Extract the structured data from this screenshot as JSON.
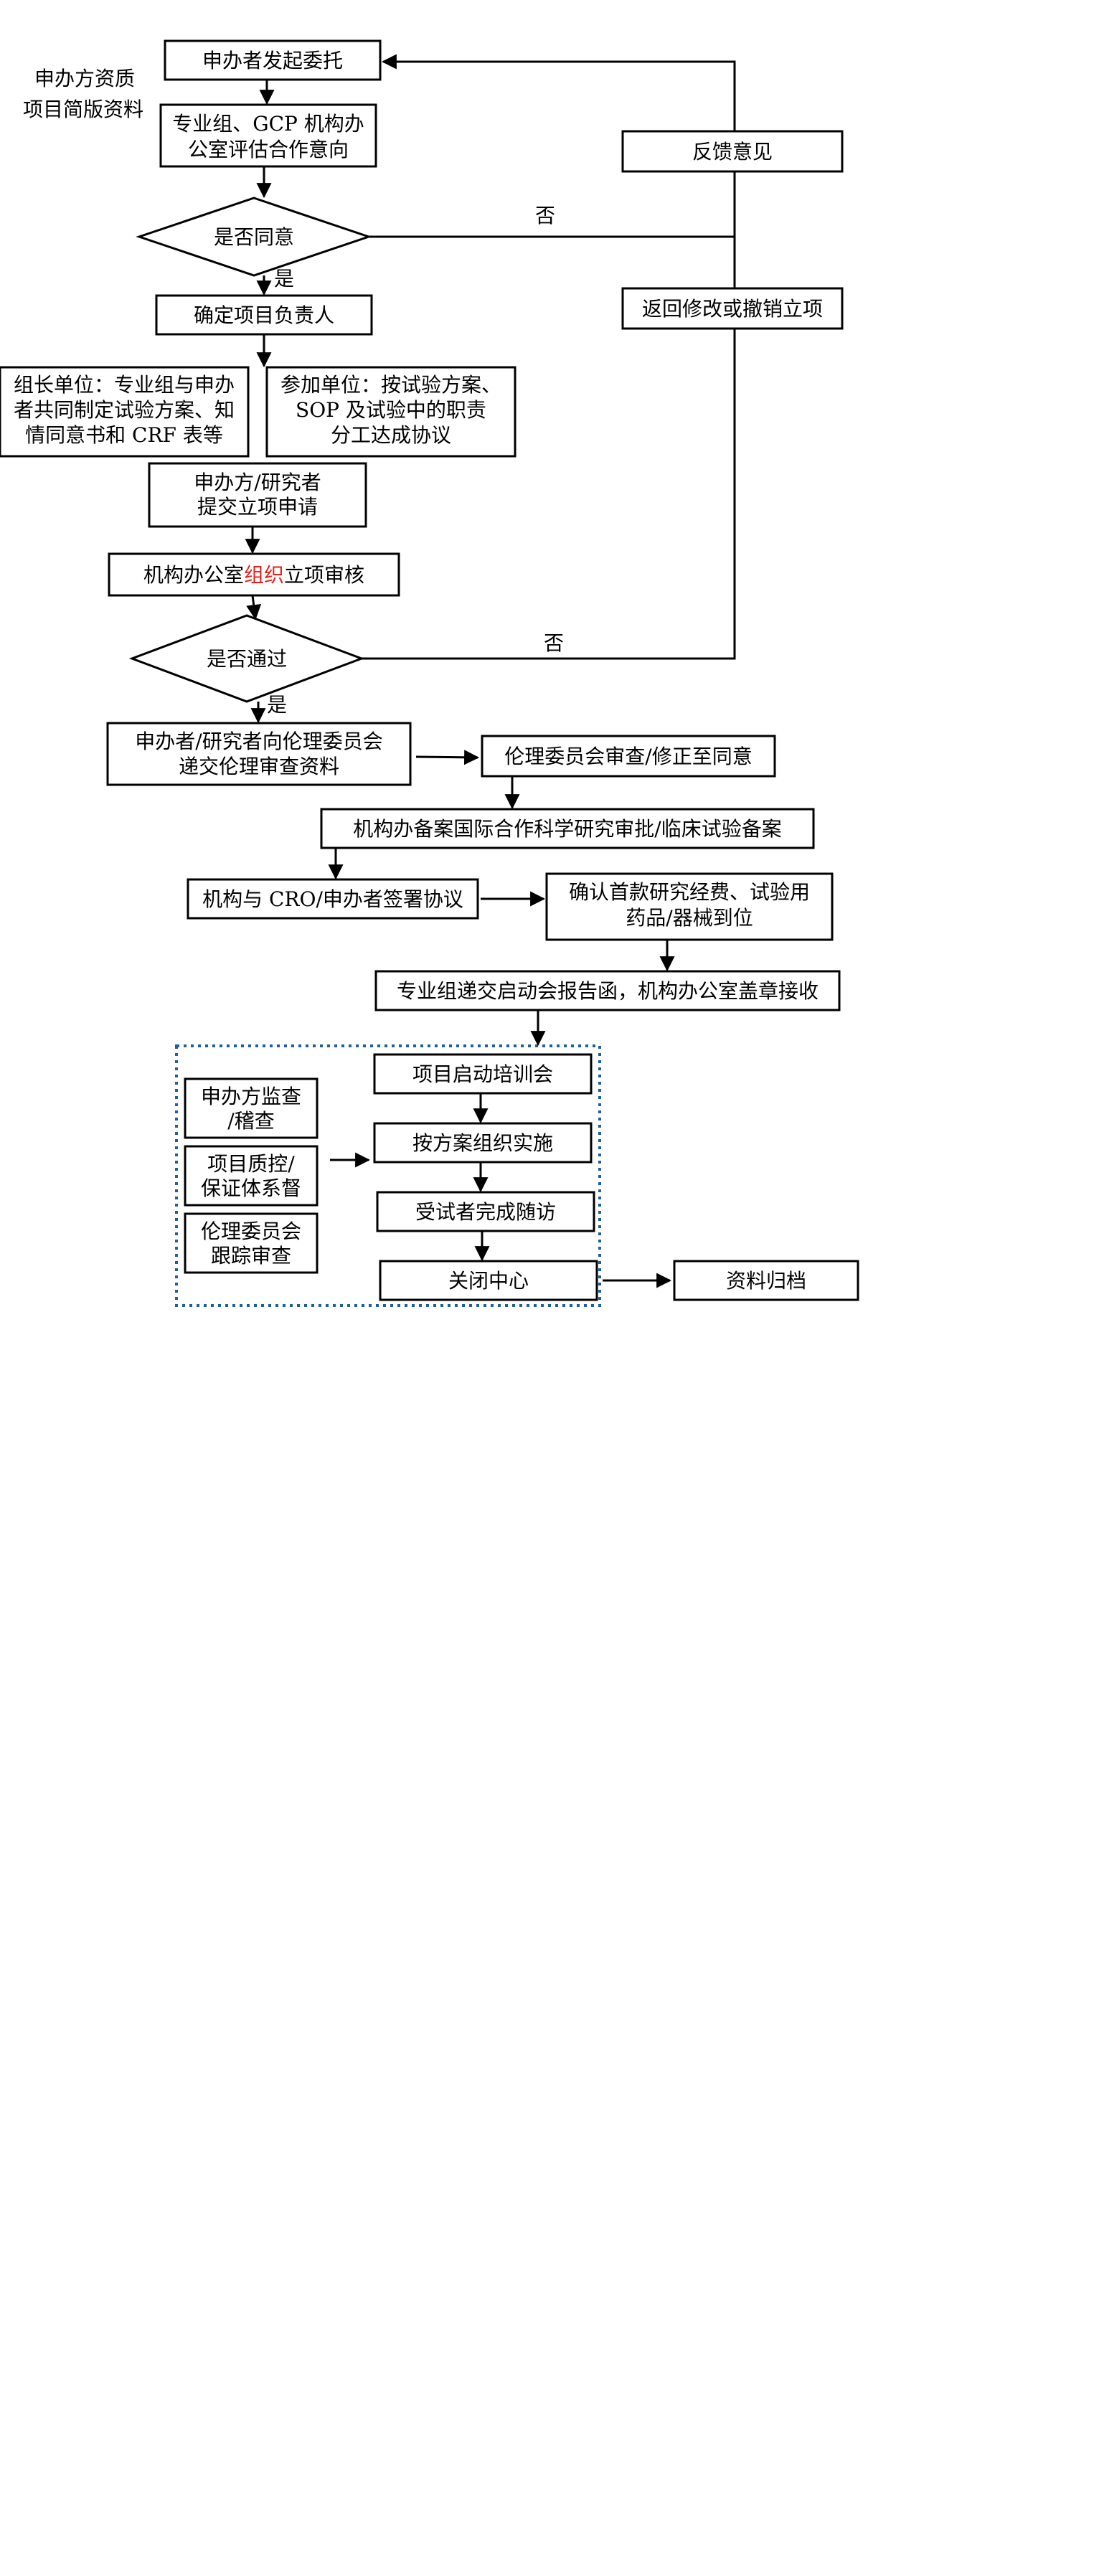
{
  "note": {
    "line1": "申办方资质",
    "line2": "项目简版资料"
  },
  "nodes": {
    "start": "申办者发起委托",
    "evaluate": {
      "line1": "专业组、GCP 机构办",
      "line2": "公室评估合作意向"
    },
    "agree": "是否同意",
    "feedback": "反馈意见",
    "return": "返回修改或撤销立项",
    "leader": "确定项目负责人",
    "group_leader": {
      "line1": "组长单位：专业组与申办",
      "line2": "者共同制定试验方案、知",
      "line3": "情同意书和 CRF 表等"
    },
    "participant": {
      "line1": "参加单位：按试验方案、",
      "line2": "SOP 及试验中的职责",
      "line3": "分工达成协议"
    },
    "submit": {
      "line1": "申办方/研究者",
      "line2": "提交立项申请"
    },
    "review": {
      "prefix": "机构办公室",
      "highlight": "组织",
      "suffix": "立项审核"
    },
    "pass": "是否通过",
    "ethics_submit": {
      "line1": "申办者/研究者向伦理委员会",
      "line2": "递交伦理审查资料"
    },
    "ethics_review": "伦理委员会审查/修正至同意",
    "filing": "机构办备案国际合作科学研究审批/临床试验备案",
    "sign": "机构与 CRO/申办者签署协议",
    "confirm": {
      "line1": "确认首款研究经费、试验用",
      "line2": "药品/器械到位"
    },
    "kickoff_report": "专业组递交启动会报告函，机构办公室盖章接收",
    "monitor": {
      "line1": "申办方监查",
      "line2": "/稽查"
    },
    "qc": {
      "line1": "项目质控/",
      "line2": "保证体系督"
    },
    "ethics_track": {
      "line1": "伦理委员会",
      "line2": "跟踪审查"
    },
    "training": "项目启动培训会",
    "implement": "按方案组织实施",
    "followup": "受试者完成随访",
    "close": "关闭中心",
    "archive": "资料归档"
  },
  "labels": {
    "yes1": "是",
    "yes2": "是",
    "no1": "否",
    "no2": "否"
  },
  "colors": {
    "highlight": "#e8201c",
    "dotted_border": "#1f5f9a"
  }
}
